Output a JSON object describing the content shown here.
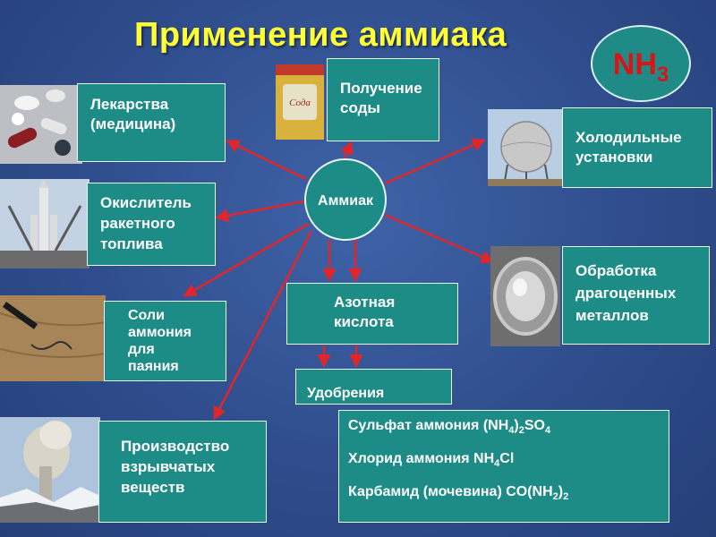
{
  "title": "Применение аммиака",
  "formula": {
    "main": "NH",
    "sub": "3"
  },
  "hub": "Аммиак",
  "boxes": {
    "medicine": "Лекарства\n(медицина)",
    "soda": "Получение\nсоды",
    "fridge": "Холодильные\nустановки",
    "oxidizer": "Окислитель\nракетного\nтоплива",
    "metals": "Обработка\nдрагоценных\n металлов",
    "solder": "Соли\nаммония\nдля\nпаяния",
    "nitric": "Азотная\nкислота",
    "fertilizer": "Удобрения",
    "explosives": "Производство\nвзрывчатых\nвеществ"
  },
  "salts": [
    {
      "name": "Сульфат аммония (NH",
      "s1": "4",
      "mid": ")",
      "s2": "2",
      "end": "SO",
      "s3": "4"
    },
    {
      "name": "Хлорид аммония NH",
      "s1": "4",
      "mid": "Cl",
      "s2": "",
      "end": "",
      "s3": ""
    },
    {
      "name": "Карбамид (мочевина) CO(NH",
      "s1": "2",
      "mid": ")",
      "s2": "2",
      "end": "",
      "s3": ""
    }
  ],
  "colors": {
    "background": "#2f4d8c",
    "box": "#1d8b86",
    "arrow": "#e0262b",
    "title": "#ffff33",
    "formula": "#d81414"
  }
}
